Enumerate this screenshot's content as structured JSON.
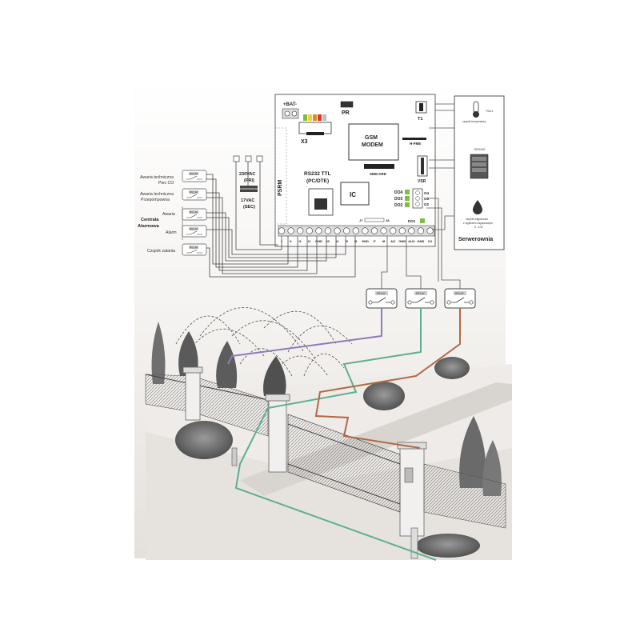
{
  "board": {
    "bat_label": "+BAT-",
    "pr_label": "PR",
    "t1_label": "T1",
    "x3_label": "X3",
    "gsm_label_1": "GSM",
    "gsm_label_2": "MODEM",
    "hfme_label": "H-FME",
    "simcard_label": "SIMCARD",
    "vsr_label": "VSR",
    "psrm_label": "PSRM",
    "rs232_label_1": "RS232 TTL",
    "rs232_label_2": "(PC/DTE)",
    "ic_label": "IC",
    "dout_labels": [
      "DO4",
      "DO3",
      "DO2",
      "DO1"
    ],
    "o_labels": [
      "O4",
      "O3",
      "O2"
    ],
    "jumper_labels": [
      "J7",
      "J8"
    ],
    "terminals": [
      "+",
      "V-",
      "I1",
      "I2",
      "GND",
      "I3",
      "I4",
      "I5",
      "I6",
      "GND",
      "I7",
      "I8",
      "AI1",
      "GND",
      "AUX",
      "GND",
      "O1"
    ]
  },
  "transformer": {
    "pri_label_1": "230VAC",
    "pri_label_2": "(PRI)",
    "sec_label_1": "17VAC",
    "sec_label_2": "(SEC)"
  },
  "inputs": [
    {
      "line1": "Awaria techniczna",
      "line2": "Piec CO"
    },
    {
      "line1": "Awaria techniczna",
      "line2": "Przepompowna"
    },
    {
      "line1": "Awaria",
      "line2": ""
    },
    {
      "line1": "Alarm",
      "line2": ""
    },
    {
      "line1": "Czujnik zalania",
      "line2": ""
    }
  ],
  "group_label_1": "Centrala",
  "group_label_2": "Alarmowa",
  "relay_label": "RELAY",
  "server": {
    "temp_label_1": "TSA-1",
    "temp_label_2": "czujnik temperatury",
    "rack_label": "REGSAT",
    "humidity_label_1": "czujnik wilgotności",
    "humidity_label_2": "z wyjściem napięciowym",
    "humidity_label_3": "0...10V",
    "room_label": "Serwerownia"
  },
  "colors": {
    "wire_purple": "#8e7bb5",
    "wire_green": "#5fae94",
    "wire_brown": "#b06a45",
    "status_green": "#7fbf3f",
    "board_outline": "#666666"
  }
}
